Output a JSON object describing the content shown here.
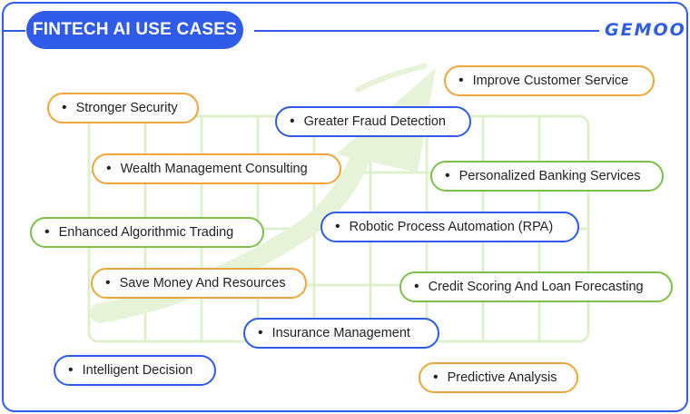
{
  "header": {
    "title": "FINTECH AI USE CASES",
    "brand": "GEMOO"
  },
  "colors": {
    "blue": "#2f5be8",
    "orange": "#f0a53a",
    "green": "#7cc04a"
  },
  "use_cases": [
    {
      "label": "Improve Customer Service",
      "color": "orange"
    },
    {
      "label": "Stronger Security",
      "color": "orange"
    },
    {
      "label": "Greater Fraud Detection",
      "color": "blue"
    },
    {
      "label": "Wealth Management Consulting",
      "color": "orange"
    },
    {
      "label": "Personalized Banking Services",
      "color": "green"
    },
    {
      "label": "Enhanced Algorithmic Trading",
      "color": "green"
    },
    {
      "label": "Robotic Process Automation (RPA)",
      "color": "blue"
    },
    {
      "label": "Save Money And Resources",
      "color": "orange"
    },
    {
      "label": "Credit Scoring And Loan Forecasting",
      "color": "green"
    },
    {
      "label": "Insurance Management",
      "color": "blue"
    },
    {
      "label": "Intelligent Decision",
      "color": "blue"
    },
    {
      "label": "Predictive Analysis",
      "color": "orange"
    }
  ]
}
